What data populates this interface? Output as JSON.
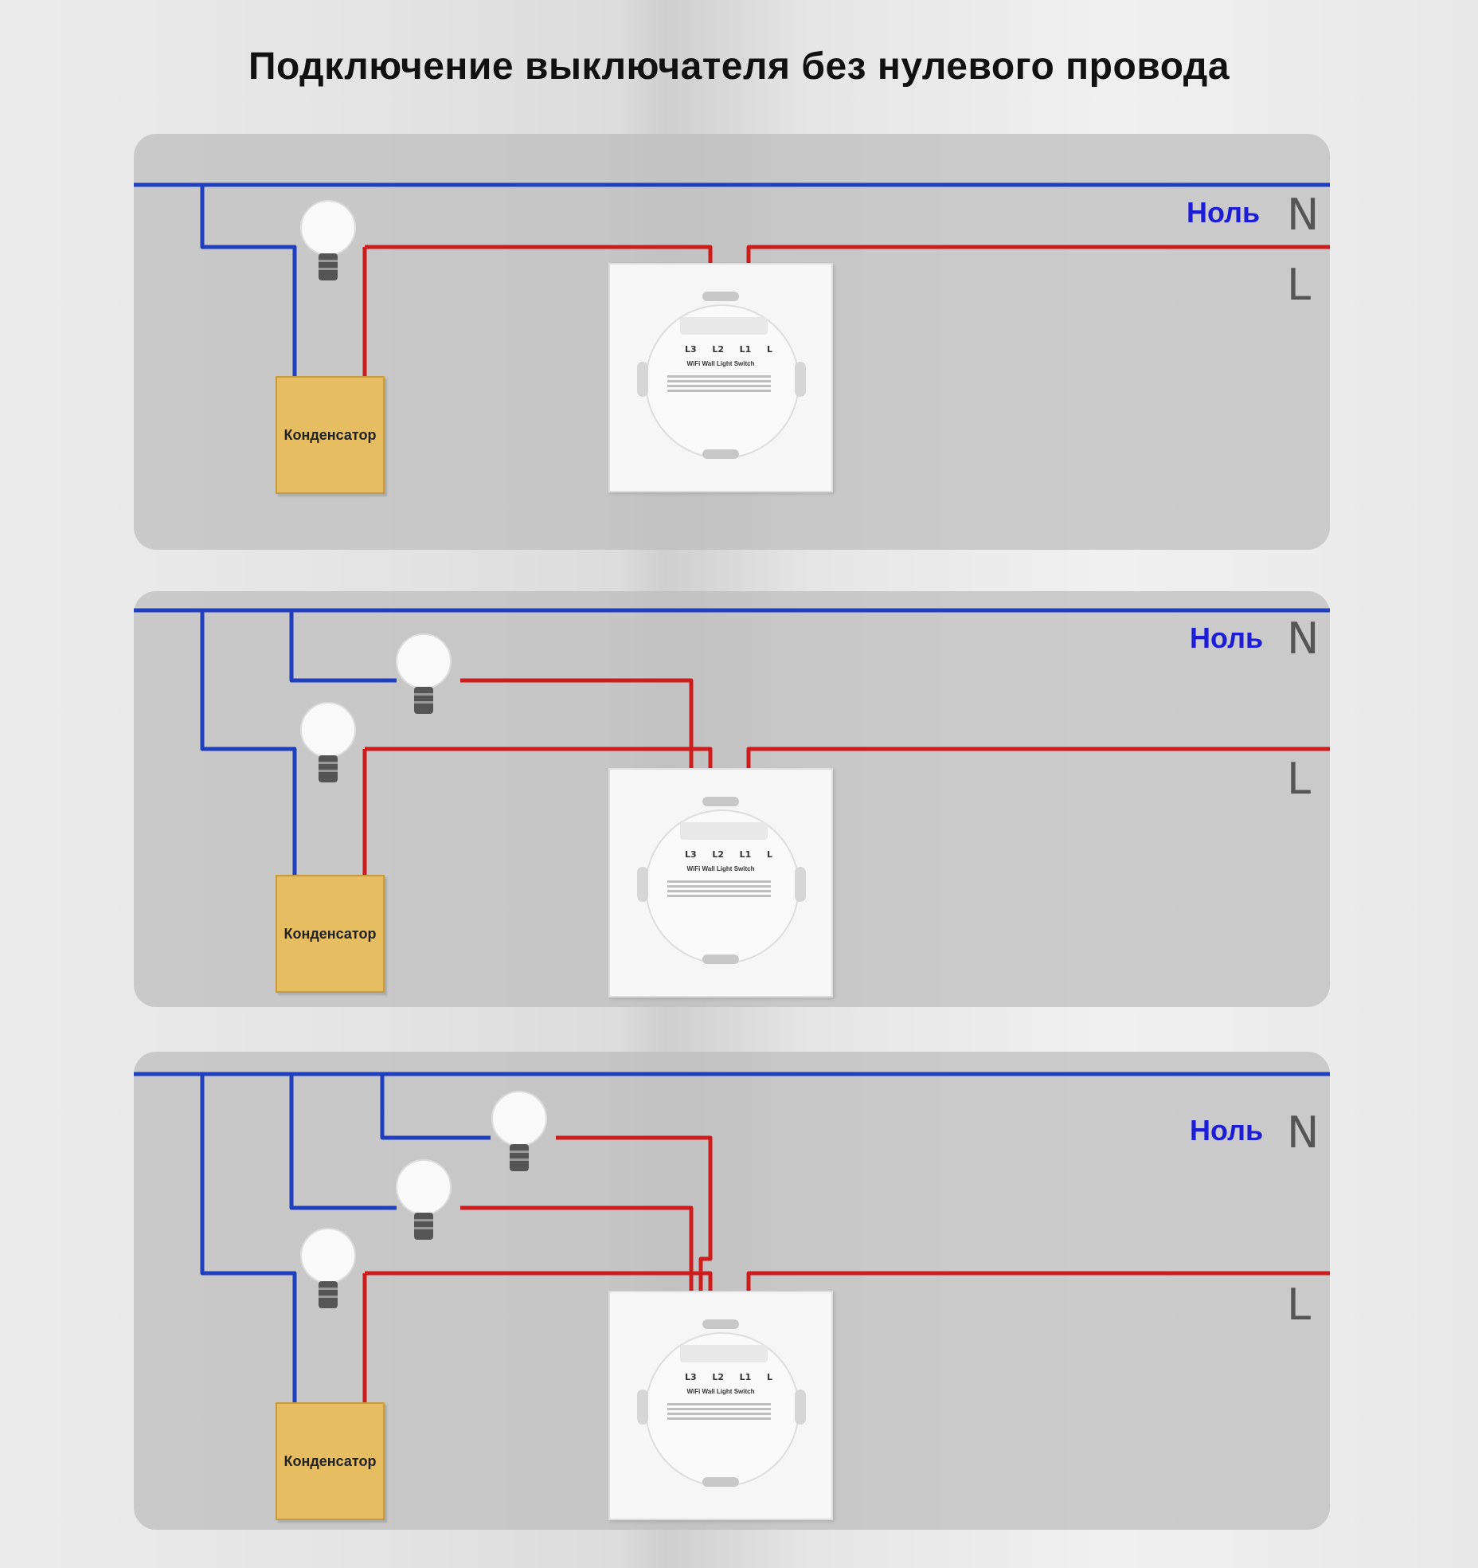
{
  "title": "Подключение выключателя без нулевого провода",
  "colors": {
    "neutral": "#1f3fbf",
    "live": "#cc1c1c",
    "capacitor": "#e7bd62"
  },
  "panels": [
    {
      "null_label": "Ноль",
      "n_label": "N",
      "l_label": "L",
      "capacitor_label": "Конденсатор",
      "terminals": [
        "L3",
        "L2",
        "L1",
        "L"
      ],
      "switch_name": "WiFi Wall Light Switch",
      "lamps": 1
    },
    {
      "null_label": "Ноль",
      "n_label": "N",
      "l_label": "L",
      "capacitor_label": "Конденсатор",
      "terminals": [
        "L3",
        "L2",
        "L1",
        "L"
      ],
      "switch_name": "WiFi Wall Light Switch",
      "lamps": 2
    },
    {
      "null_label": "Ноль",
      "n_label": "N",
      "l_label": "L",
      "capacitor_label": "Конденсатор",
      "terminals": [
        "L3",
        "L2",
        "L1",
        "L"
      ],
      "switch_name": "WiFi Wall Light Switch",
      "lamps": 3
    }
  ]
}
